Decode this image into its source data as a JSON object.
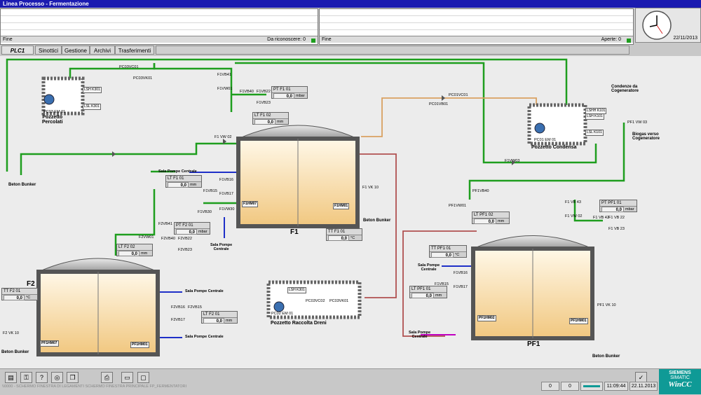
{
  "window": {
    "title": "Linea Processo - Fermentazione"
  },
  "alarm_left": {
    "status": "Fine",
    "count_label": "Da riconoscere: 0"
  },
  "alarm_right": {
    "status": "Fine",
    "count_label": "Aperte: 0"
  },
  "clock": {
    "date": "22/11/2013"
  },
  "tabs": [
    {
      "label": "PLC1"
    },
    {
      "label": "Sinottici"
    },
    {
      "label": "Gestione"
    },
    {
      "label": "Archivi"
    },
    {
      "label": "Trasferimenti"
    }
  ],
  "tanks": {
    "f1": "F1",
    "f2": "F2",
    "pf1": "PF1"
  },
  "places": {
    "pozzetto_percolati": "Pozzetto\nPercolati",
    "pozzetto_condensa": "Pozzetto Condensa",
    "pozzetto_dreni": "Pozzetto Raccolta Dreni",
    "beton_bunker": "Beton Bunker",
    "condenze": "Condenze da\nCogeneratore",
    "biogas": "Biogas verso\nCogeneratore",
    "sala_pompe": "Sala Pompe Centrale",
    "sala_pompe_2": "Sala Pompe\nCentrale"
  },
  "displays": {
    "pt_f1": {
      "label": "PT  F1  01",
      "value": "0,0",
      "unit": "mbar"
    },
    "lt_f1_02": {
      "label": "LT  F1  02",
      "value": "0,0",
      "unit": "mm"
    },
    "lt_f1_01": {
      "label": "LT  F1  01",
      "value": "0,0",
      "unit": "mm"
    },
    "tt_f1": {
      "label": "TT  F1  01",
      "value": "0,0",
      "unit": "°C"
    },
    "pt_f2": {
      "label": "PT  F2  01",
      "value": "0,0",
      "unit": "mbar"
    },
    "lt_f2_02": {
      "label": "LT  F2  02",
      "value": "0,0",
      "unit": "mm"
    },
    "tt_f2": {
      "label": "TT  F2  01",
      "value": "0,0",
      "unit": "°C"
    },
    "lt_f2_01": {
      "label": "LT  F2  01",
      "value": "0,0",
      "unit": "mm"
    },
    "pt_pf1": {
      "label": "PT  PF1  01",
      "value": "0,0",
      "unit": "mbar"
    },
    "lt_pf1_02": {
      "label": "LT  PF1  02",
      "value": "0,0",
      "unit": "mm"
    },
    "tt_pf1": {
      "label": "TT  PF1  01",
      "value": "0,0",
      "unit": "°C"
    },
    "lt_pf1_01": {
      "label": "LT  PF1  01",
      "value": "0,0",
      "unit": "mm"
    }
  },
  "tags": {
    "lsh_k301": "LSH K301",
    "lsl_k301": "LSL K301",
    "pc03_em01": "PC03 EM 01",
    "pc03vc01": "PC03VC01",
    "pc03vk01": "PC03VK01",
    "f1vb41": "F1VB41",
    "f1vw01": "F1VW01",
    "f1vb40": "F1VB40",
    "f1vb22": "F1VB22",
    "f1vb23": "F1VB23",
    "f1vw02": "F1 VW 02",
    "f1vb16": "F1VB16",
    "f1vb15": "F1VB15",
    "f1vb17": "F1VB17",
    "f1vb30": "F1VB30",
    "f1vw30": "F1VW30",
    "f1hm07": "F1HM07",
    "f1hm01": "F1HM01",
    "f1vk10": "F1 VK 10",
    "pc01vc01": "PC01VC01",
    "pc01vb01": "PC01VB01",
    "lshh_k101": "LSHH K101",
    "lsh_k101": "LSH K101",
    "lsl_k101": "LSL K101",
    "pc01_em01": "PC01 EM 01",
    "pf1vw03_top": "PF1 VW 03",
    "f1vw03": "F1VW03",
    "pf1vb40": "PF1VB40",
    "pf1vw01": "PF1VW01",
    "f1vb43": "F1 VB 43",
    "f1vw02b": "F1 VW 02",
    "f1vb42": "F1 VB 42",
    "f1vb22b": "F1 VB 22",
    "f1vb23b": "F1 VB 23",
    "f2vb41": "F2VB41",
    "f2vw01": "F2VW01",
    "f2vb40": "F2VB40",
    "f2vb22": "F2VB22",
    "f2vb23": "F2VB23",
    "f2vk10": "F2 VK 10",
    "pf1hm07": "PF1HM07",
    "pf1hm01": "PF1HM01",
    "f2vb16": "F2VB16",
    "f2vb15": "F2VB15",
    "f2vb17": "F2VB17",
    "lsh_k301b": "LSH K301",
    "pc03vc02": "PC03VC02",
    "pc03vk01b": "PC03VK01",
    "pc02_em01": "PC02 EM 01",
    "f1vb16b": "F1VB16",
    "f1vb15b": "F1VB15",
    "f1vb17b": "F1VB17",
    "pf1hm02": "PF1HM02",
    "pf1hm01b": "PF1HM01",
    "pf1vk10": "PF1 VK 10"
  },
  "status": {
    "path": "\\\\0000 - SCHERMO FINESTRA DI LEGAMENTI SCHERMO FINESTRA PRINCIPALE FP_FERMENTATORI",
    "field1": "0",
    "field2": "0",
    "time": "11:09:44",
    "date": "22.11.2013"
  },
  "brand": {
    "company": "SIEMENS",
    "product": "SIMATIC",
    "app": "WinCC"
  },
  "colors": {
    "pipe_green": "#1e9e1e",
    "pipe_blue": "#1e2fc8",
    "pipe_orange": "#d9a060",
    "pipe_magenta": "#c000c0",
    "tank_fill": "#f6d9a0"
  }
}
